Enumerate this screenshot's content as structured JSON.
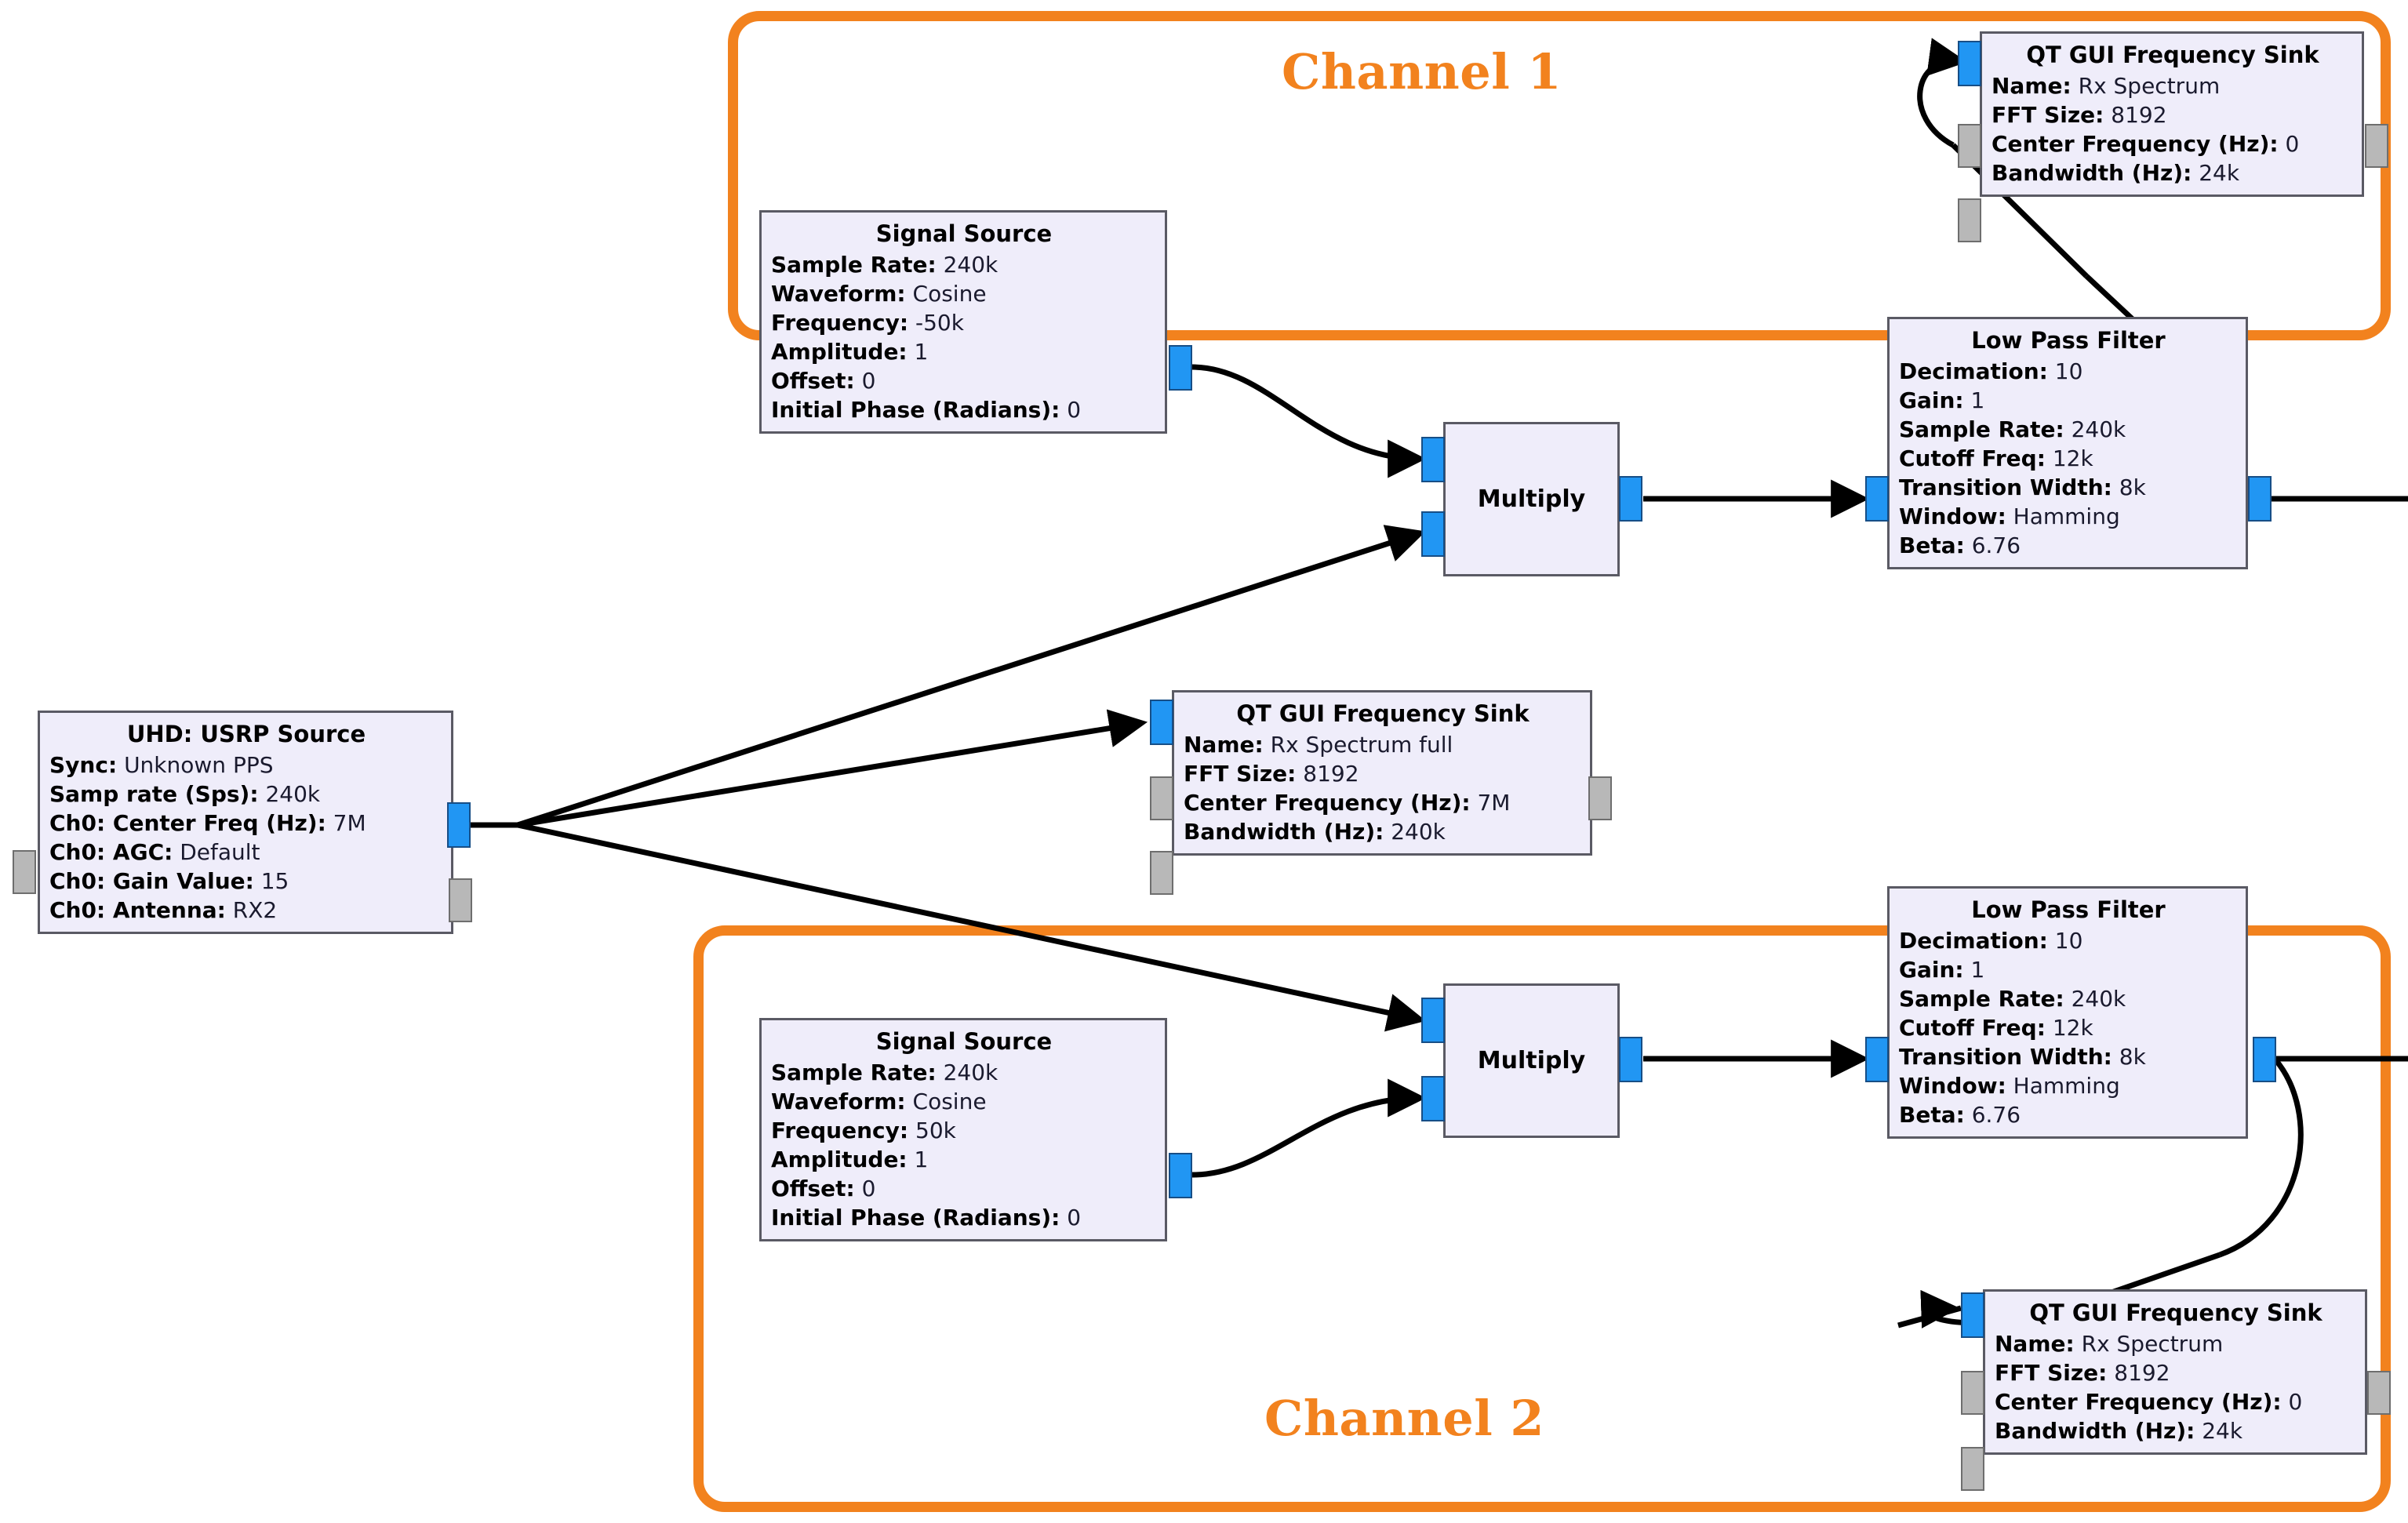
{
  "title": "GNU Radio flowgraph - dual channel USRP receiver",
  "groups": [
    {
      "id": "channel-1",
      "label": "Channel 1"
    },
    {
      "id": "channel-2",
      "label": "Channel 2"
    }
  ],
  "blocks": {
    "usrp_source": {
      "title": "UHD: USRP Source",
      "rows": [
        {
          "label": "Sync:",
          "value": "Unknown PPS"
        },
        {
          "label": "Samp rate (Sps):",
          "value": "240k"
        },
        {
          "label": "Ch0: Center Freq (Hz):",
          "value": "7M"
        },
        {
          "label": "Ch0: AGC:",
          "value": "Default"
        },
        {
          "label": "Ch0: Gain Value:",
          "value": "15"
        },
        {
          "label": "Ch0: Antenna:",
          "value": "RX2"
        }
      ]
    },
    "signal_source_ch1": {
      "title": "Signal Source",
      "rows": [
        {
          "label": "Sample Rate:",
          "value": "240k"
        },
        {
          "label": "Waveform:",
          "value": "Cosine"
        },
        {
          "label": "Frequency:",
          "value": "-50k"
        },
        {
          "label": "Amplitude:",
          "value": "1"
        },
        {
          "label": "Offset:",
          "value": "0"
        },
        {
          "label": "Initial Phase (Radians):",
          "value": "0"
        }
      ]
    },
    "signal_source_ch2": {
      "title": "Signal Source",
      "rows": [
        {
          "label": "Sample Rate:",
          "value": "240k"
        },
        {
          "label": "Waveform:",
          "value": "Cosine"
        },
        {
          "label": "Frequency:",
          "value": "50k"
        },
        {
          "label": "Amplitude:",
          "value": "1"
        },
        {
          "label": "Offset:",
          "value": "0"
        },
        {
          "label": "Initial Phase (Radians):",
          "value": "0"
        }
      ]
    },
    "multiply_ch1": {
      "title": "Multiply"
    },
    "multiply_ch2": {
      "title": "Multiply"
    },
    "lpf_ch1": {
      "title": "Low Pass Filter",
      "rows": [
        {
          "label": "Decimation:",
          "value": "10"
        },
        {
          "label": "Gain:",
          "value": "1"
        },
        {
          "label": "Sample Rate:",
          "value": "240k"
        },
        {
          "label": "Cutoff Freq:",
          "value": "12k"
        },
        {
          "label": "Transition Width:",
          "value": "8k"
        },
        {
          "label": "Window:",
          "value": "Hamming"
        },
        {
          "label": "Beta:",
          "value": "6.76"
        }
      ]
    },
    "lpf_ch2": {
      "title": "Low Pass Filter",
      "rows": [
        {
          "label": "Decimation:",
          "value": "10"
        },
        {
          "label": "Gain:",
          "value": "1"
        },
        {
          "label": "Sample Rate:",
          "value": "240k"
        },
        {
          "label": "Cutoff Freq:",
          "value": "12k"
        },
        {
          "label": "Transition Width:",
          "value": "8k"
        },
        {
          "label": "Window:",
          "value": "Hamming"
        },
        {
          "label": "Beta:",
          "value": "6.76"
        }
      ]
    },
    "freq_sink_ch1": {
      "title": "QT GUI Frequency Sink",
      "rows": [
        {
          "label": "Name:",
          "value": "Rx Spectrum"
        },
        {
          "label": "FFT Size:",
          "value": "8192"
        },
        {
          "label": "Center Frequency (Hz):",
          "value": "0"
        },
        {
          "label": "Bandwidth (Hz):",
          "value": "24k"
        }
      ]
    },
    "freq_sink_full": {
      "title": "QT GUI Frequency Sink",
      "rows": [
        {
          "label": "Name:",
          "value": "Rx Spectrum full"
        },
        {
          "label": "FFT Size:",
          "value": "8192"
        },
        {
          "label": "Center Frequency (Hz):",
          "value": "7M"
        },
        {
          "label": "Bandwidth (Hz):",
          "value": "240k"
        }
      ]
    },
    "freq_sink_ch2": {
      "title": "QT GUI Frequency Sink",
      "rows": [
        {
          "label": "Name:",
          "value": "Rx Spectrum"
        },
        {
          "label": "FFT Size:",
          "value": "8192"
        },
        {
          "label": "Center Frequency (Hz):",
          "value": "0"
        },
        {
          "label": "Bandwidth (Hz):",
          "value": "24k"
        }
      ]
    }
  },
  "colors": {
    "group_outline": "#F2821E",
    "group_label": "#F2821E",
    "block_fill": "#EFEDFA",
    "block_border": "#5A5A64",
    "data_port": "#2196F3",
    "message_port": "#B8B8B8",
    "wire": "#000000"
  }
}
